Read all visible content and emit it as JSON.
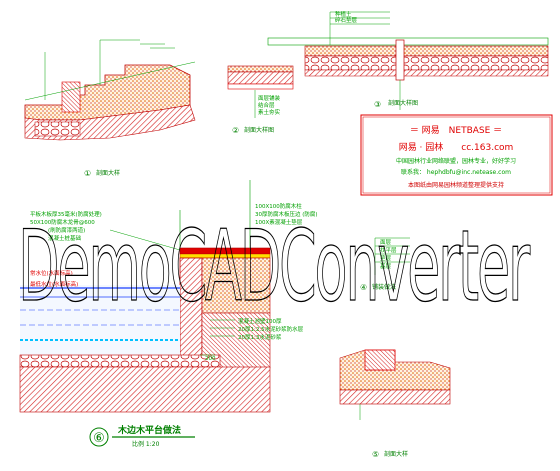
{
  "colors": {
    "annotation": "#00a000",
    "highlight": "#e00000",
    "hatch": "#d42020",
    "water": "#1a3fff",
    "watermark": "#000000",
    "background": "#ffffff"
  },
  "watermark": {
    "text": "DemoCADConverter"
  },
  "info_box": {
    "line1": "＝ 网易　NETBASE ＝",
    "line2": "网易 · 园林　　cc.163.com",
    "line3": "中国园林行业网络联盟，园林专业，好好学习",
    "line4": "联系我：  hephdbfu@inc.netease.com",
    "line5": "本图纸由网易园林频道整理提供支持"
  },
  "detail_1": {
    "number": "①",
    "title": "剖面大样"
  },
  "detail_2": {
    "number": "②",
    "title": "剖面大样图"
  },
  "detail_3": {
    "number": "③",
    "title": "剖面大样图"
  },
  "detail_4": {
    "number": "④",
    "title": "铺装做法"
  },
  "detail_5": {
    "number": "⑤",
    "title": "剖面大样"
  },
  "detail_6": {
    "number": "⑥",
    "title": "木边木平台做法",
    "scale": "比例 1:20"
  },
  "detail_6_labels": {
    "left_top": "平板木板厚35毫米(防腐处理)",
    "left_2": "50X100防腐木龙骨@600",
    "left_3": "(刷防腐漆两道)",
    "left_4": "混凝土桩基础",
    "right_top": "100X100防腐木柱",
    "right_2": "30厚防腐木板压边 (防腐)",
    "right_3": "100X素混凝土垫层",
    "water_1": "常水位(水面标高)",
    "water_2": "最低水位(水面标高)",
    "bottom_1": "混凝土池壁100厚",
    "bottom_2": "20厚1:2.5水泥砂浆防水层",
    "bottom_3": "20厚1:3水泥砂浆",
    "dim": "200"
  },
  "small_labels": {
    "d2_a": "面层铺装",
    "d2_b": "结合层",
    "d2_c": "素土夯实",
    "d3_a": "种植土",
    "d3_b": "碎石垫层",
    "d4_a": "面层",
    "d4_b": "找平层",
    "d4_c": "垫层",
    "d4_d": "基层"
  }
}
